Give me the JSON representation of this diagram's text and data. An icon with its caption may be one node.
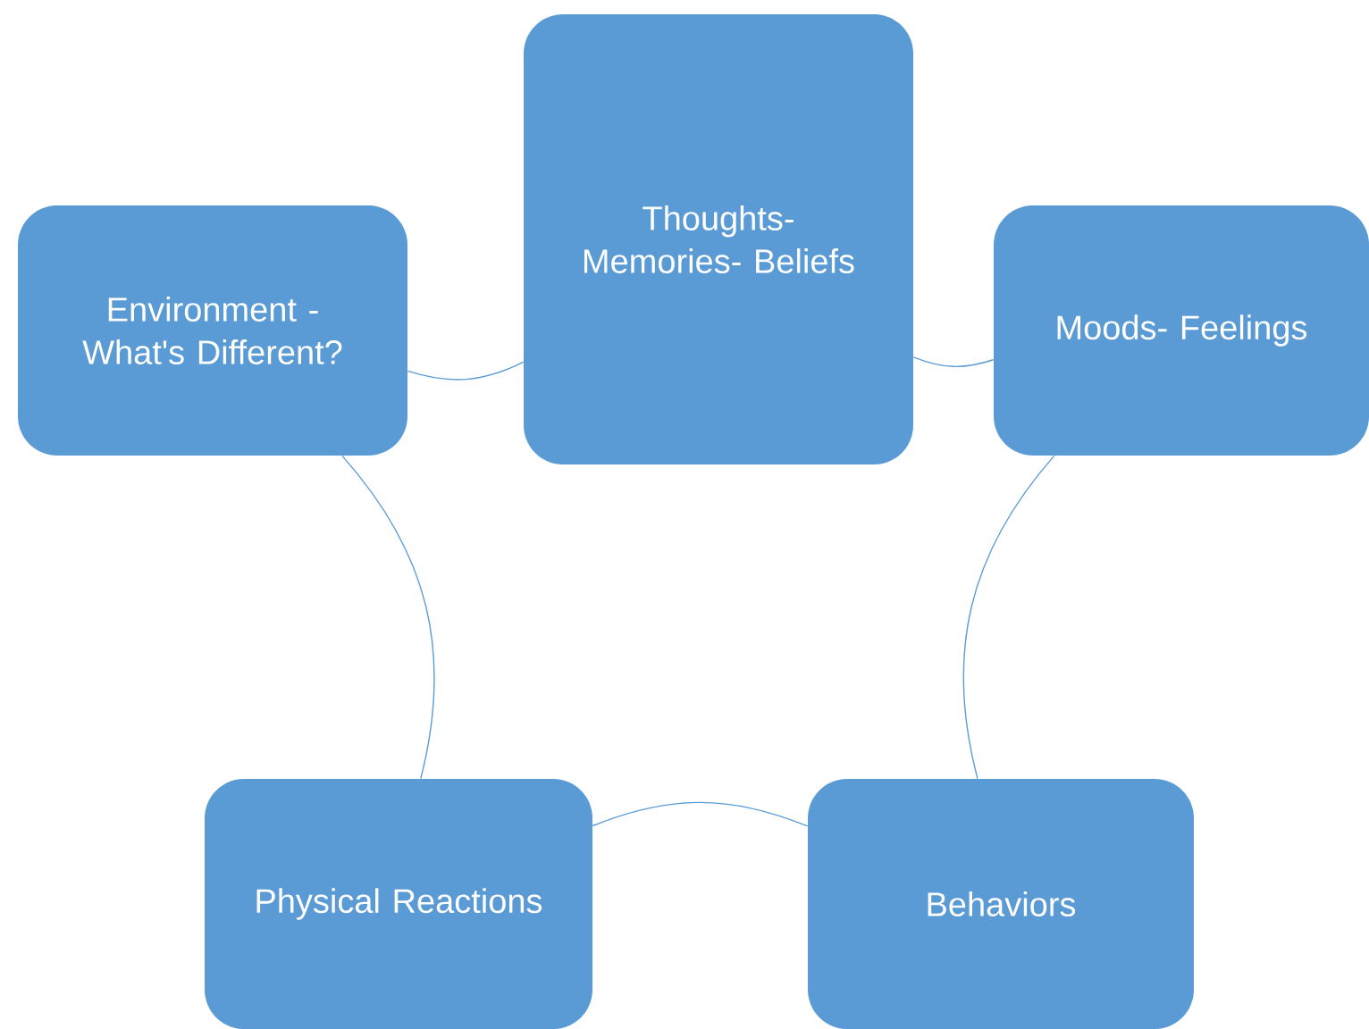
{
  "diagram": {
    "nodes": [
      {
        "text": [
          "Thoughts- Memories- Beliefs"
        ]
      },
      {
        "text": [
          "Moods- Feelings"
        ]
      },
      {
        "text": [
          "Behaviors"
        ]
      },
      {
        "text": [
          "Physical Reactions"
        ]
      },
      {
        "text": [
          "Environment - What's Different?"
        ]
      }
    ],
    "edges": [
      {
        "from": 0,
        "to": 1,
        "arrow": "none"
      },
      {
        "from": 1,
        "to": 2,
        "arrow": "none"
      },
      {
        "from": 2,
        "to": 3,
        "arrow": "none"
      },
      {
        "from": 3,
        "to": 4,
        "arrow": "none"
      },
      {
        "from": 4,
        "to": 0,
        "arrow": "none"
      }
    ]
  }
}
